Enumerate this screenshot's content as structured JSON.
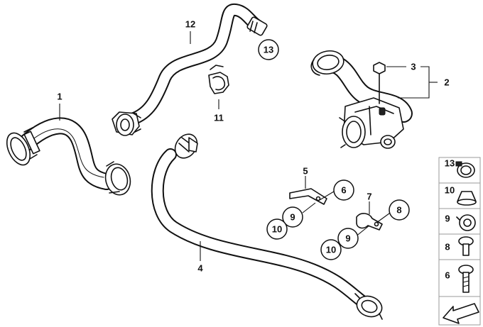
{
  "callouts": {
    "c1": "1",
    "c2": "2",
    "c3": "3",
    "c4": "4",
    "c5": "5",
    "c6": "6",
    "c7": "7",
    "c8": "8",
    "c9a": "9",
    "c9b": "9",
    "c10a": "10",
    "c10b": "10",
    "c11": "11",
    "c12": "12",
    "c13": "13"
  },
  "legend": {
    "items": [
      {
        "label": "13",
        "icon": "hose-clamp-icon"
      },
      {
        "label": "10",
        "icon": "nut-icon"
      },
      {
        "label": "9",
        "icon": "clip-icon"
      },
      {
        "label": "8",
        "icon": "short-bolt-icon"
      },
      {
        "label": "6",
        "icon": "long-bolt-icon"
      }
    ],
    "footer_icon": "direction-arrow-icon"
  }
}
